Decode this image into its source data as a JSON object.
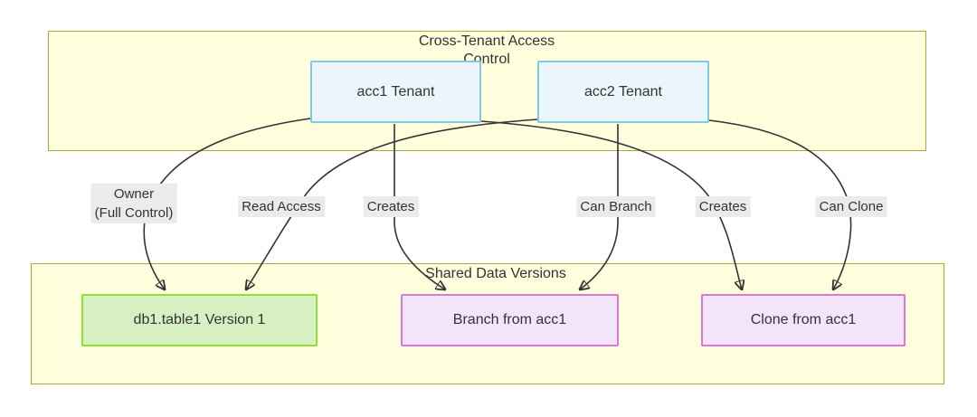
{
  "diagram": {
    "type": "flowchart",
    "clusters": [
      {
        "id": "cross-tenant-access-control",
        "label": "Cross-Tenant Access\nControl",
        "fill": "#ffffde",
        "stroke": "#aaaa33"
      },
      {
        "id": "shared-data-versions",
        "label": "Shared Data Versions",
        "fill": "#ffffde",
        "stroke": "#aaaa33"
      }
    ],
    "nodes": [
      {
        "id": "acc1",
        "label": "acc1 Tenant",
        "fill": "#ecf6fd",
        "stroke": "#7ecbe8"
      },
      {
        "id": "acc2",
        "label": "acc2 Tenant",
        "fill": "#ecf6fd",
        "stroke": "#7ecbe8"
      },
      {
        "id": "version1",
        "label": "db1.table1 Version 1",
        "fill": "#d7f0c2",
        "stroke": "#8ae234"
      },
      {
        "id": "branch",
        "label": "Branch from acc1",
        "fill": "#f4e4fa",
        "stroke": "#d67ad6"
      },
      {
        "id": "clone",
        "label": "Clone from acc1",
        "fill": "#f4e4fa",
        "stroke": "#d67ad6"
      }
    ],
    "edges": [
      {
        "id": "owner",
        "from": "acc1",
        "to": "version1",
        "label": "Owner\n(Full Control)"
      },
      {
        "id": "read-access",
        "from": "acc2",
        "to": "version1",
        "label": "Read Access"
      },
      {
        "id": "creates-branch",
        "from": "acc1",
        "to": "branch",
        "label": "Creates"
      },
      {
        "id": "can-branch",
        "from": "acc2",
        "to": "branch",
        "label": "Can Branch"
      },
      {
        "id": "creates-clone",
        "from": "acc1",
        "to": "clone",
        "label": "Creates"
      },
      {
        "id": "can-clone",
        "from": "acc2",
        "to": "clone",
        "label": "Can Clone"
      }
    ],
    "edge_label_bg": "#ebebeb",
    "text_color": "#333333"
  }
}
